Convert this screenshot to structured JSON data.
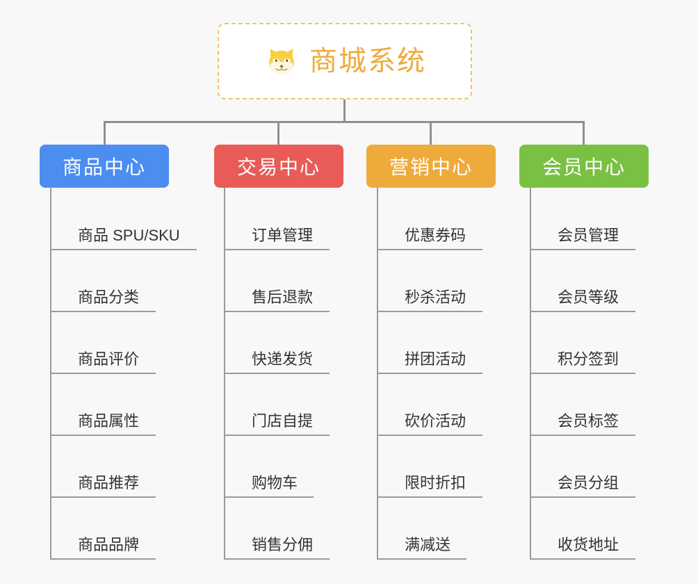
{
  "diagram": {
    "type": "org-chart",
    "background_color": "#f8f8f8",
    "root": {
      "title": "商城系统",
      "icon": "shiba-dog-face-icon",
      "text_color": "#eeab3c",
      "border_color": "#f0c269",
      "background_color": "#ffffff"
    },
    "connector_color": "#8f8f8f",
    "leaf_line_color": "#9a9a9a",
    "leaf_text_color": "#333333",
    "branches": [
      {
        "label": "商品中心",
        "color": "#4c8df0",
        "items": [
          "商品 SPU/SKU",
          "商品分类",
          "商品评价",
          "商品属性",
          "商品推荐",
          "商品品牌"
        ]
      },
      {
        "label": "交易中心",
        "color": "#e85b57",
        "items": [
          "订单管理",
          "售后退款",
          "快递发货",
          "门店自提",
          "购物车",
          "销售分佣"
        ]
      },
      {
        "label": "营销中心",
        "color": "#eeab3c",
        "items": [
          "优惠券码",
          "秒杀活动",
          "拼团活动",
          "砍价活动",
          "限时折扣",
          "满减送"
        ]
      },
      {
        "label": "会员中心",
        "color": "#7ac143",
        "items": [
          "会员管理",
          "会员等级",
          "积分签到",
          "会员标签",
          "会员分组",
          "收货地址"
        ]
      }
    ]
  }
}
